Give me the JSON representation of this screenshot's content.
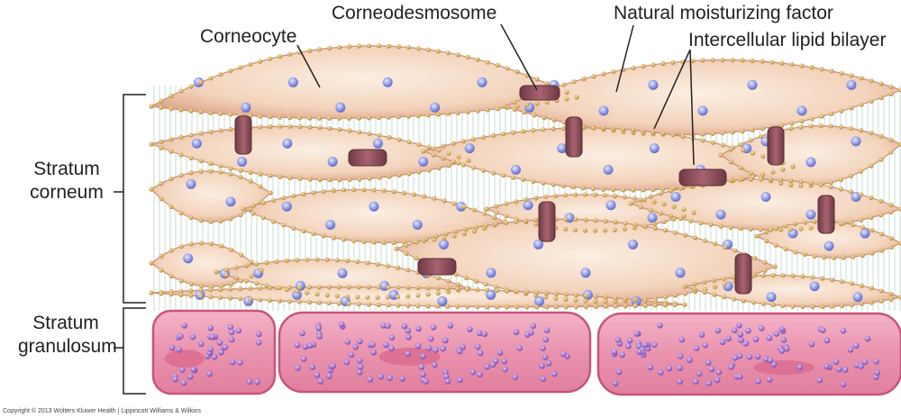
{
  "labels": {
    "corneocyte": "Corneocyte",
    "corneodesmosome": "Corneodesmosome",
    "nmf": "Natural moisturizing factor",
    "lipid": "Intercellular lipid bilayer",
    "sc_line1": "Stratum",
    "sc_line2": "corneum",
    "sg_line1": "Stratum",
    "sg_line2": "granulosum",
    "copyright": "Copyright © 2013 Wolters Kluwer Health | Lippincott Williams & Wilkins"
  },
  "colors": {
    "corneocyte_fill": "#f6dcc6",
    "corneocyte_edge": "#c98f7a",
    "lipid_bead": "#c9a35a",
    "lipid_tail": "#b9d8c8",
    "nmf_dot": "#8a96e6",
    "desmosome": "#8a4e5a",
    "granular_cell": "#e48aa6",
    "granular_edge": "#c9547a",
    "granule": "#9a62c8",
    "bracket": "#222222"
  }
}
